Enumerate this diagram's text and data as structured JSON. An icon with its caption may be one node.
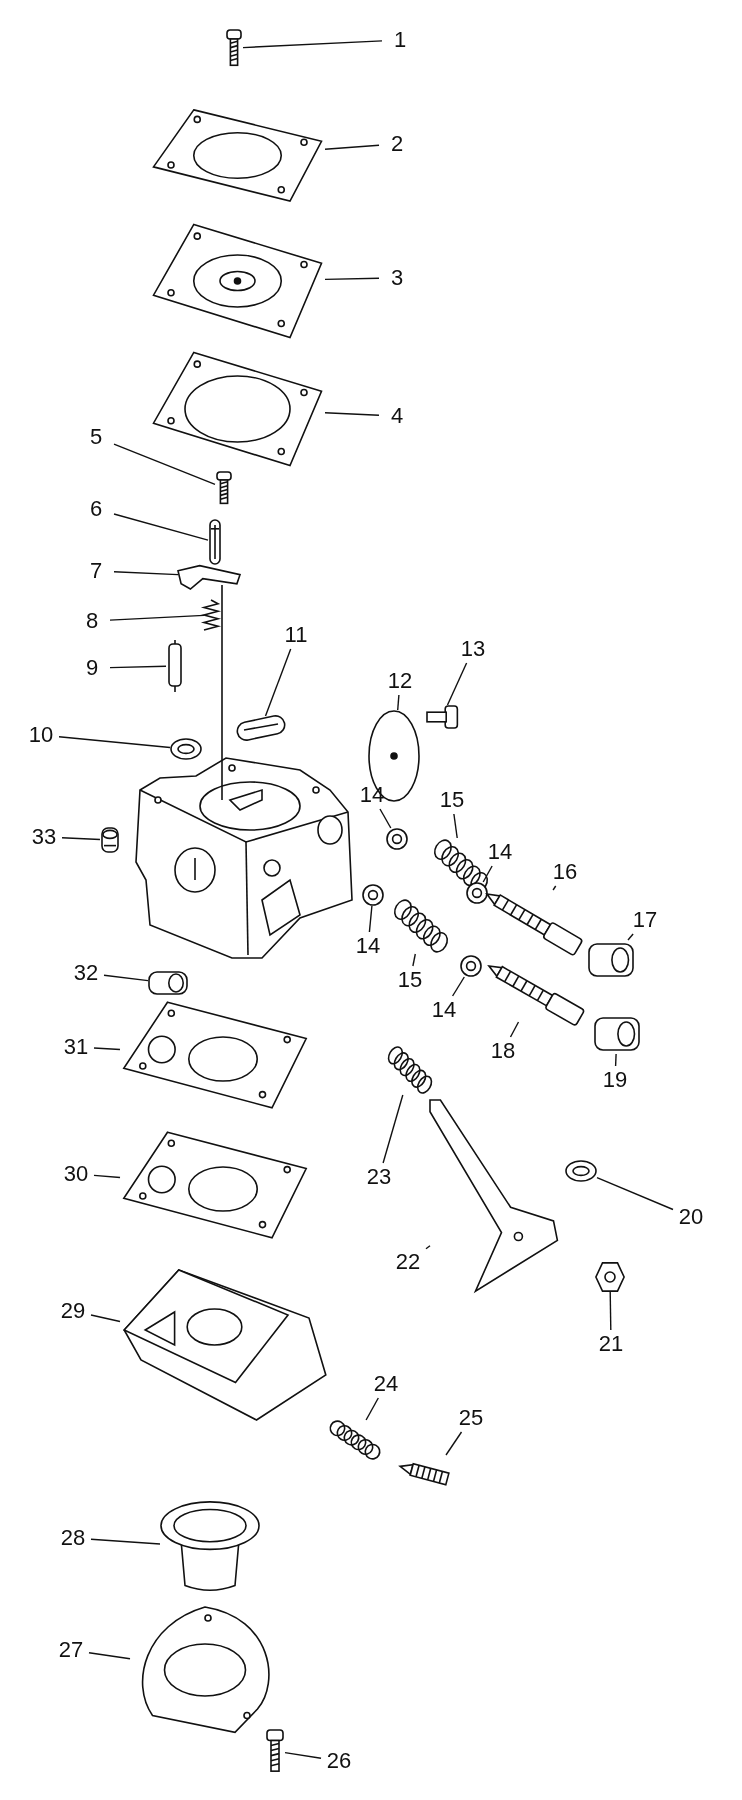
{
  "diagram": {
    "nodes": [
      {
        "text": [
          "1"
        ]
      },
      {
        "text": [],
        "shape": "picture"
      },
      {
        "text": [
          "2"
        ]
      },
      {
        "text": [],
        "shape": "picture"
      },
      {
        "text": [
          "3"
        ]
      },
      {
        "text": [],
        "shape": "picture"
      },
      {
        "text": [
          "4"
        ]
      },
      {
        "text": [],
        "shape": "picture"
      },
      {
        "text": [
          "5"
        ]
      },
      {
        "text": [],
        "shape": "picture"
      },
      {
        "text": [
          "6"
        ]
      },
      {
        "text": [],
        "shape": "picture"
      },
      {
        "text": [
          "7"
        ]
      },
      {
        "text": [],
        "shape": "picture"
      },
      {
        "text": [
          "8"
        ]
      },
      {
        "text": [],
        "shape": "picture"
      },
      {
        "text": [
          "9"
        ]
      },
      {
        "text": [],
        "shape": "picture"
      },
      {
        "text": [
          "10"
        ]
      },
      {
        "text": [],
        "shape": "picture"
      },
      {
        "text": [
          "11"
        ]
      },
      {
        "text": [],
        "shape": "picture"
      },
      {
        "text": [
          "12"
        ]
      },
      {
        "text": [],
        "shape": "picture"
      },
      {
        "text": [
          "13"
        ]
      },
      {
        "text": [],
        "shape": "picture"
      },
      {
        "text": [
          "14"
        ]
      },
      {
        "text": [],
        "shape": "picture"
      },
      {
        "text": [
          "15"
        ]
      },
      {
        "text": [],
        "shape": "picture"
      },
      {
        "text": [
          "14"
        ]
      },
      {
        "text": [],
        "shape": "picture"
      },
      {
        "text": [
          "16"
        ]
      },
      {
        "text": [],
        "shape": "picture"
      },
      {
        "text": [
          "17"
        ]
      },
      {
        "text": [],
        "shape": "picture"
      },
      {
        "text": [
          "14"
        ]
      },
      {
        "text": [],
        "shape": "picture"
      },
      {
        "text": [
          "15"
        ]
      },
      {
        "text": [],
        "shape": "picture"
      },
      {
        "text": [
          "14"
        ]
      },
      {
        "text": [],
        "shape": "picture"
      },
      {
        "text": [
          "18"
        ]
      },
      {
        "text": [],
        "shape": "picture"
      },
      {
        "text": [
          "19"
        ]
      },
      {
        "text": [],
        "shape": "picture"
      },
      {
        "text": [
          "20"
        ]
      },
      {
        "text": [],
        "shape": "picture"
      },
      {
        "text": [
          "21"
        ]
      },
      {
        "text": [],
        "shape": "picture"
      },
      {
        "text": [
          "22"
        ]
      },
      {
        "text": [],
        "shape": "picture"
      },
      {
        "text": [
          "23"
        ]
      },
      {
        "text": [],
        "shape": "picture"
      },
      {
        "text": [
          "24"
        ]
      },
      {
        "text": [],
        "shape": "picture"
      },
      {
        "text": [
          "25"
        ]
      },
      {
        "text": [],
        "shape": "picture"
      },
      {
        "text": [
          "26"
        ]
      },
      {
        "text": [],
        "shape": "picture"
      },
      {
        "text": [
          "27"
        ]
      },
      {
        "text": [],
        "shape": "picture"
      },
      {
        "text": [
          "28"
        ]
      },
      {
        "text": [],
        "shape": "picture"
      },
      {
        "text": [
          "29"
        ]
      },
      {
        "text": [],
        "shape": "picture"
      },
      {
        "text": [
          "30"
        ]
      },
      {
        "text": [],
        "shape": "picture"
      },
      {
        "text": [
          "31"
        ]
      },
      {
        "text": [],
        "shape": "picture"
      },
      {
        "text": [
          "32"
        ]
      },
      {
        "text": [],
        "shape": "picture"
      },
      {
        "text": [
          "33"
        ]
      },
      {
        "text": [],
        "shape": "picture"
      }
    ],
    "edges": [
      {
        "from": 0,
        "to": 1,
        "arrow": "none"
      },
      {
        "from": 2,
        "to": 3,
        "arrow": "none"
      },
      {
        "from": 4,
        "to": 5,
        "arrow": "none"
      },
      {
        "from": 6,
        "to": 7,
        "arrow": "none"
      },
      {
        "from": 8,
        "to": 9,
        "arrow": "none"
      },
      {
        "from": 10,
        "to": 11,
        "arrow": "none"
      },
      {
        "from": 12,
        "to": 13,
        "arrow": "none"
      },
      {
        "from": 14,
        "to": 15,
        "arrow": "none"
      },
      {
        "from": 16,
        "to": 17,
        "arrow": "none"
      },
      {
        "from": 18,
        "to": 19,
        "arrow": "none"
      },
      {
        "from": 20,
        "to": 21,
        "arrow": "none"
      },
      {
        "from": 22,
        "to": 23,
        "arrow": "none"
      },
      {
        "from": 24,
        "to": 25,
        "arrow": "none"
      },
      {
        "from": 26,
        "to": 27,
        "arrow": "none"
      },
      {
        "from": 28,
        "to": 29,
        "arrow": "none"
      },
      {
        "from": 30,
        "to": 31,
        "arrow": "none"
      },
      {
        "from": 32,
        "to": 33,
        "arrow": "none"
      },
      {
        "from": 34,
        "to": 35,
        "arrow": "none"
      },
      {
        "from": 36,
        "to": 37,
        "arrow": "none"
      },
      {
        "from": 38,
        "to": 39,
        "arrow": "none"
      },
      {
        "from": 40,
        "to": 41,
        "arrow": "none"
      },
      {
        "from": 42,
        "to": 43,
        "arrow": "none"
      },
      {
        "from": 44,
        "to": 45,
        "arrow": "none"
      },
      {
        "from": 46,
        "to": 47,
        "arrow": "none"
      },
      {
        "from": 48,
        "to": 49,
        "arrow": "none"
      },
      {
        "from": 50,
        "to": 51,
        "arrow": "none"
      },
      {
        "from": 52,
        "to": 53,
        "arrow": "none"
      },
      {
        "from": 54,
        "to": 55,
        "arrow": "none"
      },
      {
        "from": 56,
        "to": 57,
        "arrow": "none"
      },
      {
        "from": 58,
        "to": 59,
        "arrow": "none"
      },
      {
        "from": 60,
        "to": 61,
        "arrow": "none"
      },
      {
        "from": 62,
        "to": 63,
        "arrow": "none"
      },
      {
        "from": 64,
        "to": 65,
        "arrow": "none"
      },
      {
        "from": 66,
        "to": 67,
        "arrow": "none"
      },
      {
        "from": 68,
        "to": 69,
        "arrow": "none"
      },
      {
        "from": 70,
        "to": 71,
        "arrow": "none"
      },
      {
        "from": 72,
        "to": 73,
        "arrow": "none"
      }
    ]
  }
}
